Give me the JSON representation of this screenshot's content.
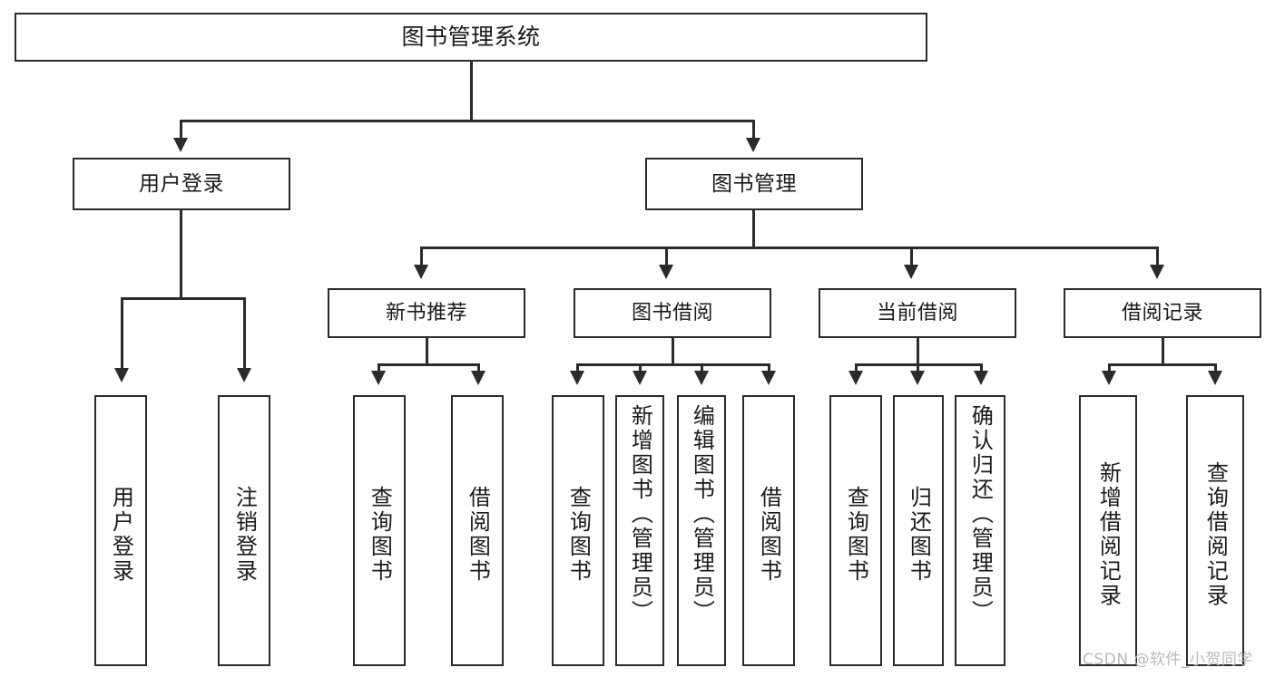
{
  "diagram": {
    "type": "tree-hierarchy-functional-decomposition",
    "root": {
      "label": "图书管理系统"
    },
    "level2": [
      {
        "label": "用户登录"
      },
      {
        "label": "图书管理"
      }
    ],
    "level3": [
      {
        "label": "新书推荐"
      },
      {
        "label": "图书借阅"
      },
      {
        "label": "当前借阅"
      },
      {
        "label": "借阅记录"
      }
    ],
    "leaves": {
      "user_login": [
        {
          "label": "用户登录"
        },
        {
          "label": "注销登录"
        }
      ],
      "new_book_recommend": [
        {
          "label": "查询图书"
        },
        {
          "label": "借阅图书"
        }
      ],
      "book_borrow": [
        {
          "label": "查询图书"
        },
        {
          "label": "新增图书（管理员）"
        },
        {
          "label": "编辑图书（管理员）"
        },
        {
          "label": "借阅图书"
        }
      ],
      "current_borrow": [
        {
          "label": "查询图书"
        },
        {
          "label": "归还图书"
        },
        {
          "label": "确认归还（管理员）"
        }
      ],
      "borrow_record": [
        {
          "label": "新增借阅记录"
        },
        {
          "label": "查询借阅记录"
        }
      ]
    }
  },
  "watermark": {
    "text": "CSDN @软件_小贺同学"
  },
  "colors": {
    "border": "#2b2b2b",
    "background": "#ffffff",
    "text": "#1a1a1a",
    "watermark": "#b9b9b9"
  }
}
